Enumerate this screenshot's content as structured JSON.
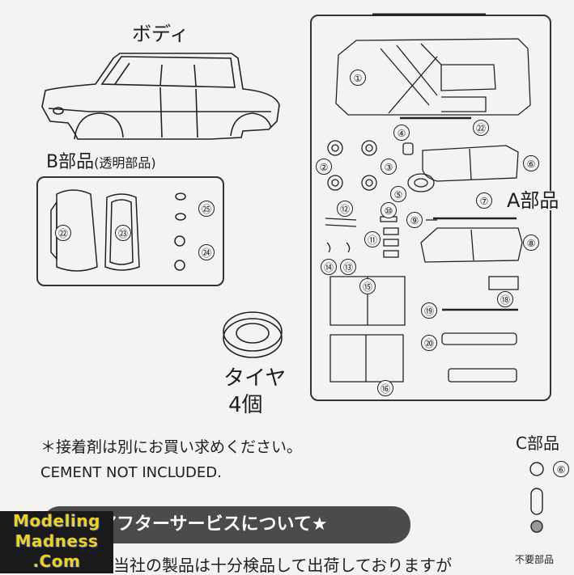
{
  "body_part": {
    "title": "ボディ"
  },
  "b_parts": {
    "title": "B部品",
    "subtitle": "(透明部品)",
    "numbers": [
      "㉒",
      "㉓",
      "㉕",
      "㉔"
    ]
  },
  "a_parts": {
    "title": "A部品",
    "numbers": [
      "①",
      "②",
      "③",
      "④",
      "⑤",
      "⑥",
      "⑦",
      "⑧",
      "⑨",
      "⑩",
      "⑪",
      "⑫",
      "⑬",
      "⑭",
      "⑮",
      "⑯",
      "⑱",
      "⑲",
      "⑳",
      "㉒"
    ]
  },
  "tire": {
    "title": "タイヤ",
    "count": "4個"
  },
  "c_parts": {
    "title": "C部品",
    "number": "⑥",
    "unneeded": "不要部品"
  },
  "notice": {
    "jp": "＊接着剤は別にお買い求めください。",
    "en": "CEMENT  NOT  INCLUDED."
  },
  "after_service": {
    "banner": "アフターサービスについて★",
    "text": "当社の製品は十分検品して出荷しておりますが"
  },
  "watermark": {
    "line1": "Modeling",
    "line2": "Madness",
    "line3": ".Com"
  }
}
